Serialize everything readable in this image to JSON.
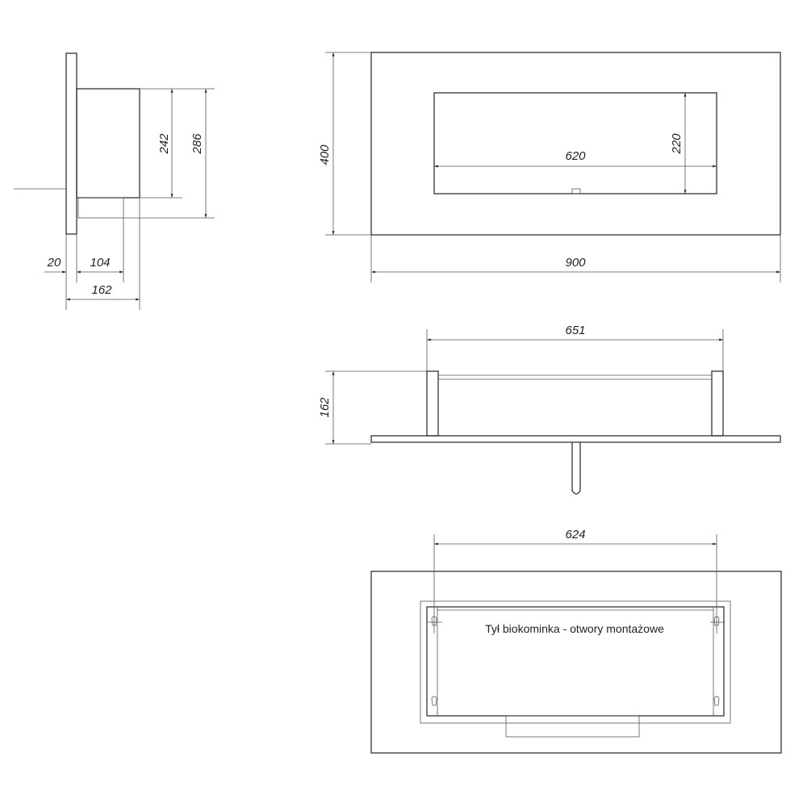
{
  "side_view": {
    "dims": {
      "d20": "20",
      "d104": "104",
      "d162": "162",
      "d242": "242",
      "d286": "286"
    }
  },
  "front_view": {
    "dims": {
      "d400": "400",
      "d620": "620",
      "d220": "220",
      "d900": "900"
    }
  },
  "top_view": {
    "dims": {
      "d651": "651",
      "d162": "162"
    }
  },
  "rear_view": {
    "dims": {
      "d624": "624"
    },
    "note": "Tył biokominka - otwory montażowe"
  },
  "colors": {
    "line": "#333333",
    "background": "#ffffff"
  }
}
